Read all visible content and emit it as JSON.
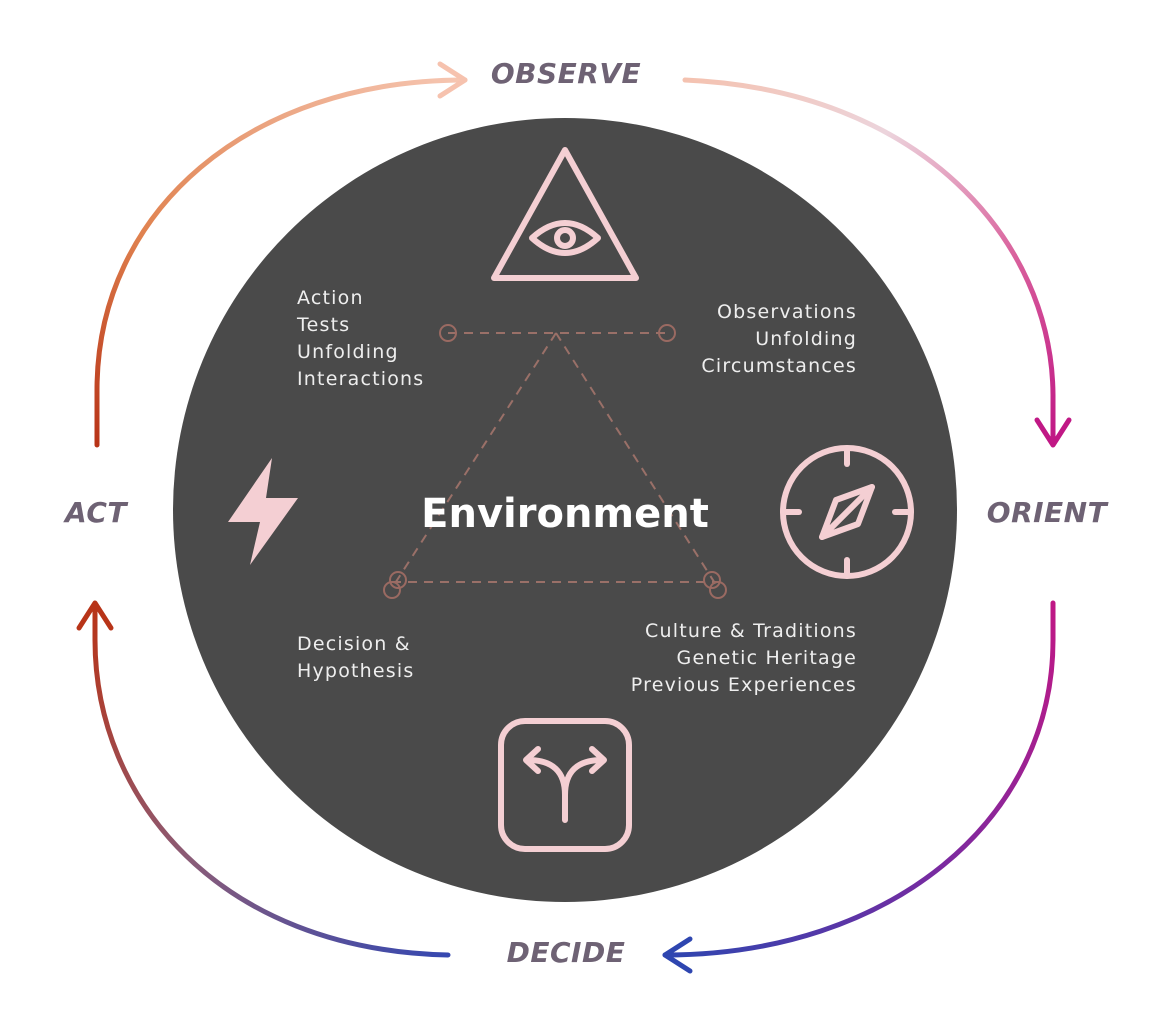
{
  "center": {
    "title": "Environment"
  },
  "stages": {
    "observe": "OBSERVE",
    "orient": "ORIENT",
    "decide": "DECIDE",
    "act": "ACT"
  },
  "notes": {
    "act_side": [
      "Action",
      "Tests",
      "Unfolding",
      "Interactions"
    ],
    "observe_side": [
      "Observations",
      "Unfolding",
      "Circumstances"
    ],
    "decide_side": [
      "Decision &",
      "Hypothesis"
    ],
    "orient_side": [
      "Culture & Traditions",
      "Genetic Heritage",
      "Previous Experiences"
    ]
  },
  "icons": {
    "observe": "eye-in-triangle-icon",
    "orient": "compass-icon",
    "decide": "split-arrow-icon",
    "act": "lightning-bolt-icon"
  },
  "colors": {
    "circle": "#4a4a4a",
    "icon": "#f4cfd3",
    "label": "#6e6274",
    "arc_observe_start": "#f4c2b0",
    "arc_orient_end": "#c01885",
    "arc_decide_end": "#2e46b0",
    "arc_act_end": "#b83418"
  }
}
